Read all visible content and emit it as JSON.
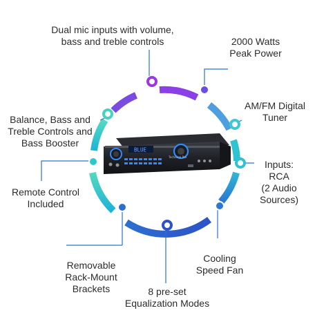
{
  "colors": {
    "purple": "#9b37e8",
    "violet": "#6a4ee0",
    "teal": "#35d0c0",
    "cyan": "#1fb3d6",
    "blue": "#2c6fd0",
    "royal": "#2d52c8",
    "leader": "#2a6fd6"
  },
  "features": [
    {
      "id": "mic",
      "lines": [
        "Dual mic inputs with volume,",
        "bass and treble controls"
      ]
    },
    {
      "id": "power",
      "lines": [
        "2000 Watts",
        "Peak Power"
      ]
    },
    {
      "id": "tuner",
      "lines": [
        "AM/FM Digital",
        "Tuner"
      ]
    },
    {
      "id": "inputs",
      "lines": [
        "Inputs:",
        "RCA",
        "(2 Audio",
        "Sources)"
      ]
    },
    {
      "id": "balance",
      "lines": [
        "Balance, Bass and",
        "Treble Controls and",
        "Bass Booster"
      ]
    },
    {
      "id": "remote",
      "lines": [
        "Remote Control",
        "Included"
      ]
    },
    {
      "id": "fan",
      "lines": [
        "Cooling",
        "Speed Fan"
      ]
    },
    {
      "id": "rack",
      "lines": [
        "Removable",
        "Rack-Mount",
        "Brackets"
      ]
    },
    {
      "id": "eq",
      "lines": [
        "8 pre-set",
        "Equalization Modes"
      ]
    }
  ],
  "device": {
    "display_text": "BLUE",
    "brand": "Technical Pro"
  }
}
